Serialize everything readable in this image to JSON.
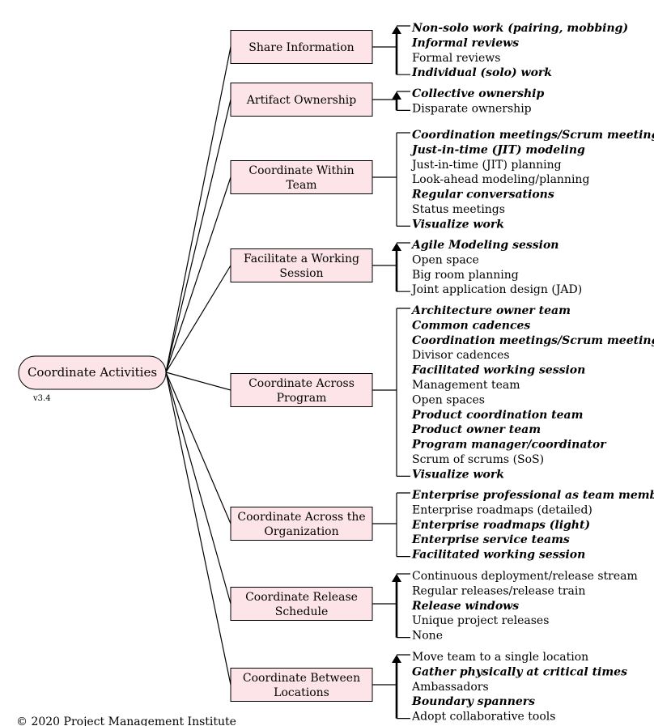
{
  "root": {
    "label": "Coordinate Activities",
    "version": "v3.4"
  },
  "copyright": "© 2020 Project Management Institute",
  "goals": [
    {
      "label": [
        "Share Information"
      ],
      "ordered": true,
      "options": [
        {
          "text": "Non-solo work (pairing, mobbing)",
          "emphasis": true
        },
        {
          "text": "Informal reviews",
          "emphasis": true
        },
        {
          "text": "Formal reviews",
          "emphasis": false
        },
        {
          "text": "Individual (solo) work",
          "emphasis": true
        }
      ]
    },
    {
      "label": [
        "Artifact Ownership"
      ],
      "ordered": true,
      "options": [
        {
          "text": "Collective ownership",
          "emphasis": true
        },
        {
          "text": "Disparate ownership",
          "emphasis": false
        }
      ]
    },
    {
      "label": [
        "Coordinate Within",
        "Team"
      ],
      "ordered": false,
      "options": [
        {
          "text": "Coordination meetings/Scrum meetings",
          "emphasis": true
        },
        {
          "text": "Just-in-time (JIT) modeling",
          "emphasis": true
        },
        {
          "text": "Just-in-time (JIT) planning",
          "emphasis": false
        },
        {
          "text": "Look-ahead modeling/planning",
          "emphasis": false
        },
        {
          "text": "Regular conversations",
          "emphasis": true
        },
        {
          "text": "Status meetings",
          "emphasis": false
        },
        {
          "text": "Visualize work",
          "emphasis": true
        }
      ]
    },
    {
      "label": [
        "Facilitate a Working",
        "Session"
      ],
      "ordered": true,
      "options": [
        {
          "text": "Agile Modeling session",
          "emphasis": true
        },
        {
          "text": "Open space",
          "emphasis": false
        },
        {
          "text": "Big room planning",
          "emphasis": false
        },
        {
          "text": "Joint application design (JAD)",
          "emphasis": false
        }
      ]
    },
    {
      "label": [
        "Coordinate Across",
        "Program"
      ],
      "ordered": false,
      "options": [
        {
          "text": "Architecture owner team",
          "emphasis": true
        },
        {
          "text": "Common cadences",
          "emphasis": true
        },
        {
          "text": "Coordination meetings/Scrum meetings",
          "emphasis": true
        },
        {
          "text": "Divisor cadences",
          "emphasis": false
        },
        {
          "text": "Facilitated working session",
          "emphasis": true
        },
        {
          "text": "Management team",
          "emphasis": false
        },
        {
          "text": "Open spaces",
          "emphasis": false
        },
        {
          "text": "Product coordination team",
          "emphasis": true
        },
        {
          "text": "Product owner team",
          "emphasis": true
        },
        {
          "text": "Program manager/coordinator",
          "emphasis": true
        },
        {
          "text": "Scrum of scrums (SoS)",
          "emphasis": false
        },
        {
          "text": "Visualize work",
          "emphasis": true
        }
      ]
    },
    {
      "label": [
        "Coordinate Across the",
        "Organization"
      ],
      "ordered": false,
      "options": [
        {
          "text": "Enterprise professional as team member",
          "emphasis": true
        },
        {
          "text": "Enterprise roadmaps (detailed)",
          "emphasis": false
        },
        {
          "text": "Enterprise roadmaps (light)",
          "emphasis": true
        },
        {
          "text": "Enterprise service teams",
          "emphasis": true
        },
        {
          "text": "Facilitated working session",
          "emphasis": true
        }
      ]
    },
    {
      "label": [
        "Coordinate Release",
        "Schedule"
      ],
      "ordered": true,
      "options": [
        {
          "text": "Continuous deployment/release stream",
          "emphasis": false
        },
        {
          "text": "Regular releases/release train",
          "emphasis": false
        },
        {
          "text": "Release windows",
          "emphasis": true
        },
        {
          "text": "Unique project releases",
          "emphasis": false
        },
        {
          "text": "None",
          "emphasis": false
        }
      ]
    },
    {
      "label": [
        "Coordinate Between",
        "Locations"
      ],
      "ordered": true,
      "options": [
        {
          "text": "Move team to a single location",
          "emphasis": false
        },
        {
          "text": "Gather physically at critical times",
          "emphasis": true
        },
        {
          "text": "Ambassadors",
          "emphasis": false
        },
        {
          "text": "Boundary spanners",
          "emphasis": true
        },
        {
          "text": "Adopt collaborative tools",
          "emphasis": false
        }
      ]
    }
  ]
}
